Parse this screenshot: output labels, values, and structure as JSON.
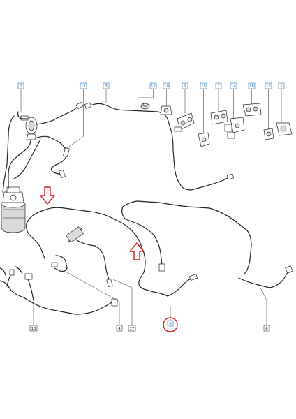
{
  "callouts_top": [
    {
      "label": "2"
    },
    {
      "label": "11"
    },
    {
      "label": "3"
    },
    {
      "label": "12"
    },
    {
      "label": "10"
    },
    {
      "label": "9"
    },
    {
      "label": "15"
    },
    {
      "label": "7"
    },
    {
      "label": "14"
    },
    {
      "label": "18"
    },
    {
      "label": "16"
    },
    {
      "label": "1"
    }
  ],
  "callouts_bottom": [
    {
      "label": "13"
    },
    {
      "label": "4"
    },
    {
      "label": "17"
    },
    {
      "label": "5"
    },
    {
      "label": "6"
    }
  ],
  "highlight": {
    "label": "5",
    "color": "#e0191b"
  },
  "colors": {
    "accent": "#2a6fb0",
    "highlight": "#e0191b",
    "line": "#222222"
  }
}
